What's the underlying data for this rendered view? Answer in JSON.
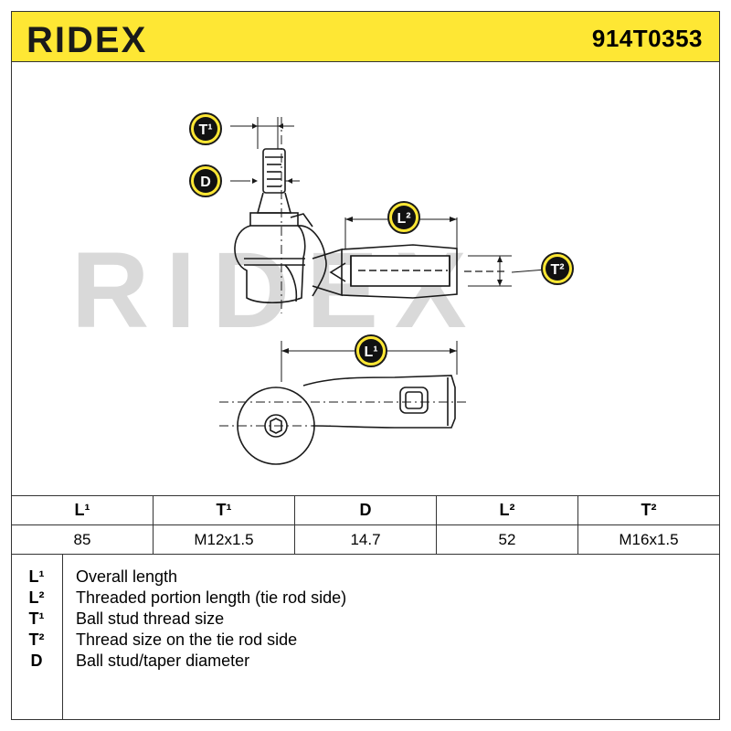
{
  "header": {
    "brand": "RIDEX",
    "part_number": "914T0353"
  },
  "watermark": "RIDEX",
  "drawing": {
    "callouts": {
      "t1": "T¹",
      "d": "D",
      "l2": "L²",
      "t2": "T²",
      "l1": "L¹"
    }
  },
  "table": {
    "headers": [
      "L¹",
      "T¹",
      "D",
      "L²",
      "T²"
    ],
    "values": [
      "85",
      "M12x1.5",
      "14.7",
      "52",
      "M16x1.5"
    ]
  },
  "legend": [
    {
      "code": "L¹",
      "desc": "Overall length"
    },
    {
      "code": "L²",
      "desc": "Threaded portion length (tie rod side)"
    },
    {
      "code": "T¹",
      "desc": "Ball stud thread size"
    },
    {
      "code": "T²",
      "desc": "Thread size on the tie rod side"
    },
    {
      "code": "D",
      "desc": "Ball stud/taper diameter"
    }
  ],
  "colors": {
    "header_bg": "#fee734",
    "watermark": "#d9d9d9",
    "line": "#1a1a1a"
  }
}
